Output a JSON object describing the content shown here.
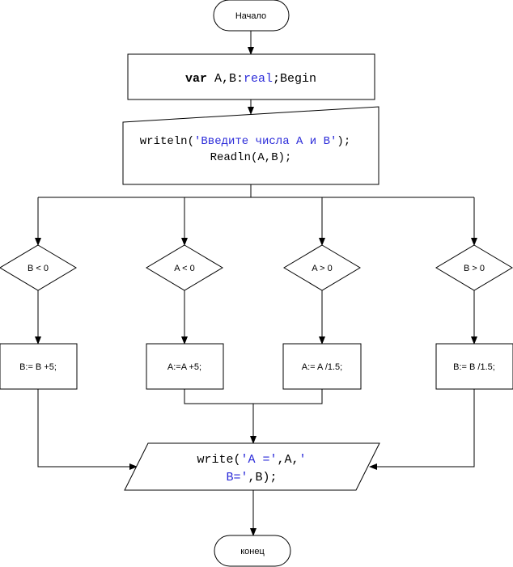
{
  "colors": {
    "line": "#000000",
    "fill": "#ffffff",
    "keyword_blue": "#2b2bd9"
  },
  "flowchart": {
    "start": "Начало",
    "declare": {
      "kw": "var",
      "vars": " A,B:",
      "type": "real",
      "tail": ";Begin"
    },
    "input": {
      "line1_pre": "writeln(",
      "line1_str": "'Введите числа A и B'",
      "line1_post": ");",
      "line2": "Readln(A,B);"
    },
    "conditions": [
      "B < 0",
      "A < 0",
      "A > 0",
      "B > 0"
    ],
    "actions": [
      "B:= B +5;",
      "A:=A +5;",
      "A:= A /1.5;",
      "B:= B /1.5;"
    ],
    "output": {
      "line1_pre": "write(",
      "line1_str1": "'A ='",
      "line1_mid": ",A,",
      "line1_str2_open": "'",
      "line2_str2_close": "B='",
      "line2_post": ",B);"
    },
    "end": "конец"
  }
}
